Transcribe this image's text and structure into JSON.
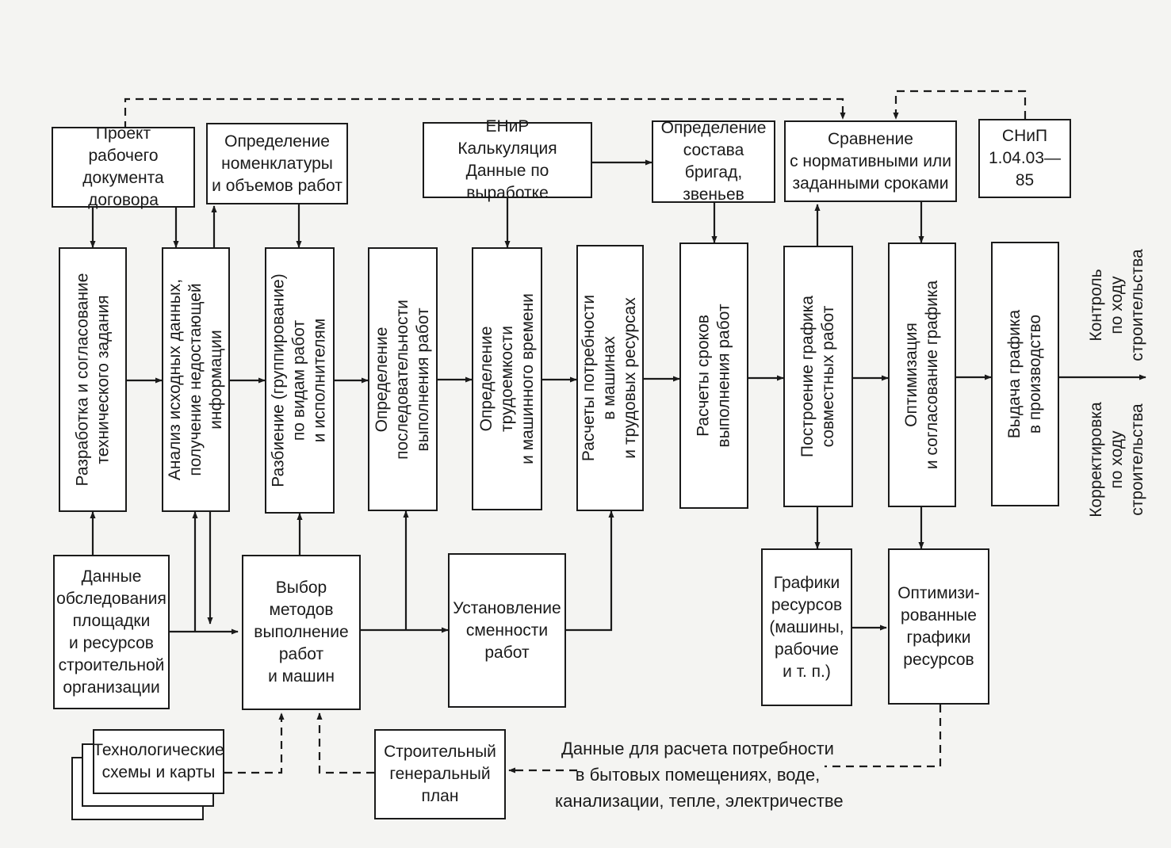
{
  "top_boxes": {
    "project": "Проект\nрабочего документа\nдоговора",
    "nomenclature": "Определение\nноменклатуры\nи объемов работ",
    "enir": "ЕНиР\nКалькуляция\nДанные по выработке",
    "brigades": "Определение\nсостава бригад,\nзвеньев",
    "comparison": "Сравнение\nс нормативными или\nзаданными сроками",
    "snip": "СНиП\n1.04.03—85"
  },
  "main_chain": {
    "step1": "Разработка и согласование\nтехнического задания",
    "step2": "Анализ исходных данных,\nполучение недостающей\nинформации",
    "step3": "Разбиение (группирование)\nпо видам работ\nи исполнителям",
    "step4": "Определение\nпоследовательности\nвыполнения работ",
    "step5": "Определение\nтрудоемкости\nи машинного времени",
    "step6": "Расчеты потребности\nв машинах\nи трудовых ресурсах",
    "step7": "Расчеты сроков\nвыполнения работ",
    "step8": "Построение графика\nсовместных работ",
    "step9": "Оптимизация\nи согласование графика",
    "step10": "Выдача графика\nв производство"
  },
  "outputs": {
    "control": "Контроль\nпо ходу\nстроительства",
    "correction": "Корректировка\nпо ходу\nстроительства"
  },
  "bottom_boxes": {
    "survey": "Данные\nобследования\nплощадки\nи ресурсов\nстроительной\nорганизации",
    "methods": "Выбор\nметодов\nвыполнение\nработ\nи машин",
    "shifts": "Установление\nсменности\nработ",
    "resource_graphs": "Графики\nресурсов\n(машины,\nрабочие\nи т. п.)",
    "optimized_graphs": "Оптимизи-\nрованные\nграфики\nресурсов",
    "tech_schemes": "Технологические\nсхемы и карты",
    "general_plan": "Строительный\nгенеральный\nплан"
  },
  "annotation": "Данные для расчета потребности\nв бытовых помещениях, воде,\nканализации, тепле, электричестве"
}
